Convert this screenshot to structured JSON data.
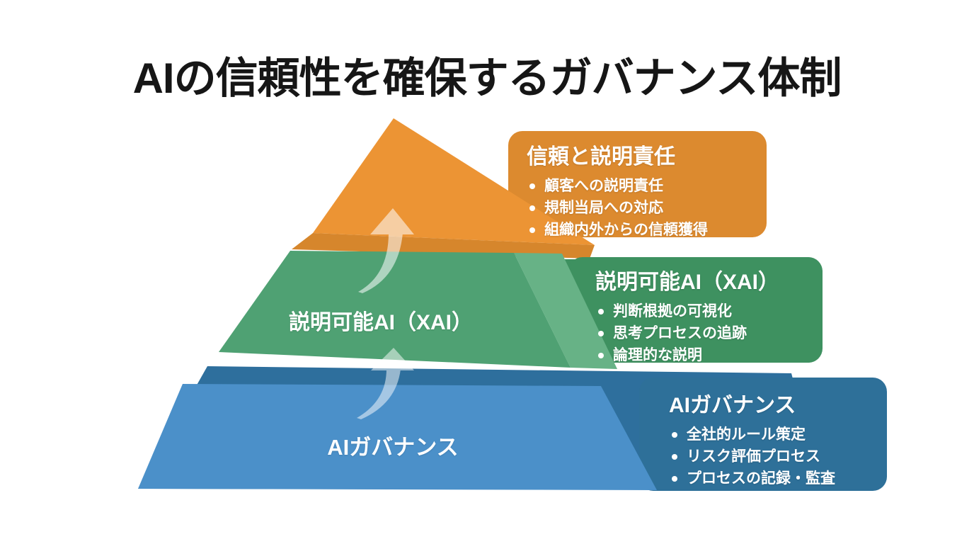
{
  "title": "AIの信頼性を確保するガバナンス体制",
  "pyramid": {
    "middle_label": "説明可能AI（XAI）",
    "bottom_label": "AIガバナンス"
  },
  "callouts": [
    {
      "heading": "信頼と説明責任",
      "bullets": [
        "顧客への説明責任",
        "規制当局への対応",
        "組織内外からの信頼獲得"
      ]
    },
    {
      "heading": "説明可能AI（XAI）",
      "bullets": [
        "判断根拠の可視化",
        "思考プロセスの追跡",
        "論理的な説明"
      ]
    },
    {
      "heading": "AIガバナンス",
      "bullets": [
        "全社的ルール策定",
        "リスク評価プロセス",
        "プロセスの記録・監査"
      ]
    }
  ],
  "colors": {
    "orange_face": "#EC9434",
    "orange_box": "#DC8A2F",
    "orange_band": "#D6862C",
    "green_face": "#4FA173",
    "green_light": "#67B286",
    "green_box": "#3E9160",
    "blue_face": "#4B90C9",
    "blue_body": "#2E6F9D",
    "blue_box": "#2E7099",
    "title_color": "#161616",
    "text_color": "#FFFFFF"
  }
}
